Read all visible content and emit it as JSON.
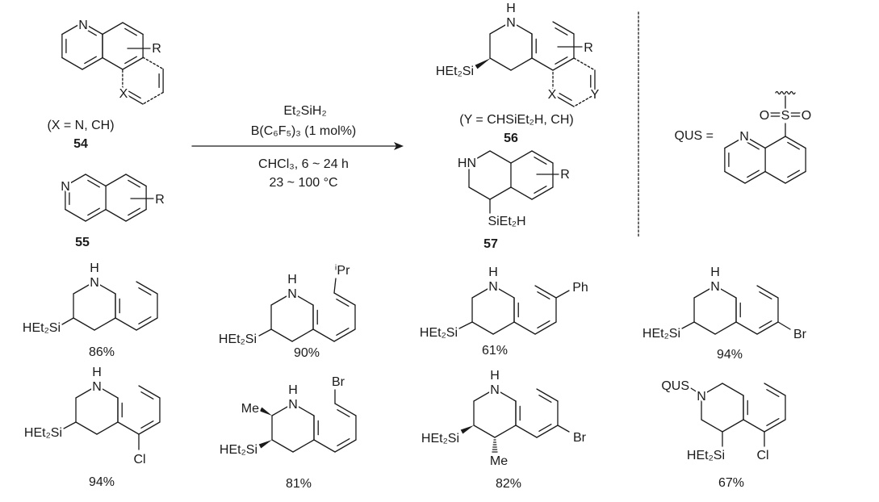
{
  "reactants": {
    "c54": {
      "N": "N",
      "R": "R",
      "X": "X",
      "condition": "(X = N, CH)",
      "number": "54"
    },
    "c55": {
      "N": "N",
      "R": "R",
      "number": "55"
    }
  },
  "reagents": {
    "silane": "Et₂SiH₂",
    "catalyst": "B(C₆F₅)₃ (1 mol%)",
    "solvent_time": "CHCl₃, 6 ~ 24 h",
    "temperature": "23 ~ 100 °C"
  },
  "products": {
    "c56": {
      "H": "H",
      "N": "N",
      "silyl": "HEt₂Si",
      "R": "R",
      "X": "X",
      "Y": "Y",
      "condition": "(Y = CHSiEt₂H, CH)",
      "number": "56"
    },
    "c57": {
      "HN": "HN",
      "R": "R",
      "silyl": "SiEt₂H",
      "number": "57"
    }
  },
  "qus": {
    "label": "QUS =",
    "N": "N",
    "S": "S",
    "O1": "O",
    "O2": "O"
  },
  "examples": [
    {
      "H": "H",
      "N": "N",
      "silyl": "HEt₂Si",
      "yield": "86%"
    },
    {
      "H": "H",
      "N": "N",
      "silyl": "HEt₂Si",
      "sub": "ⁱPr",
      "yield": "90%"
    },
    {
      "H": "H",
      "N": "N",
      "silyl": "HEt₂Si",
      "sub": "Ph",
      "yield": "61%"
    },
    {
      "H": "H",
      "N": "N",
      "silyl": "HEt₂Si",
      "sub": "Br",
      "yield": "94%"
    },
    {
      "H": "H",
      "N": "N",
      "silyl": "HEt₂Si",
      "sub": "Cl",
      "yield": "94%"
    },
    {
      "H": "H",
      "N": "N",
      "silyl": "HEt₂Si",
      "sub": "Br",
      "me": "Me",
      "yield": "81%"
    },
    {
      "H": "H",
      "N": "N",
      "silyl": "HEt₂Si",
      "sub": "Br",
      "me": "Me",
      "yield": "82%"
    },
    {
      "N": "N",
      "qus": "QUS",
      "silyl": "HEt₂Si",
      "sub": "Cl",
      "yield": "67%"
    }
  ]
}
